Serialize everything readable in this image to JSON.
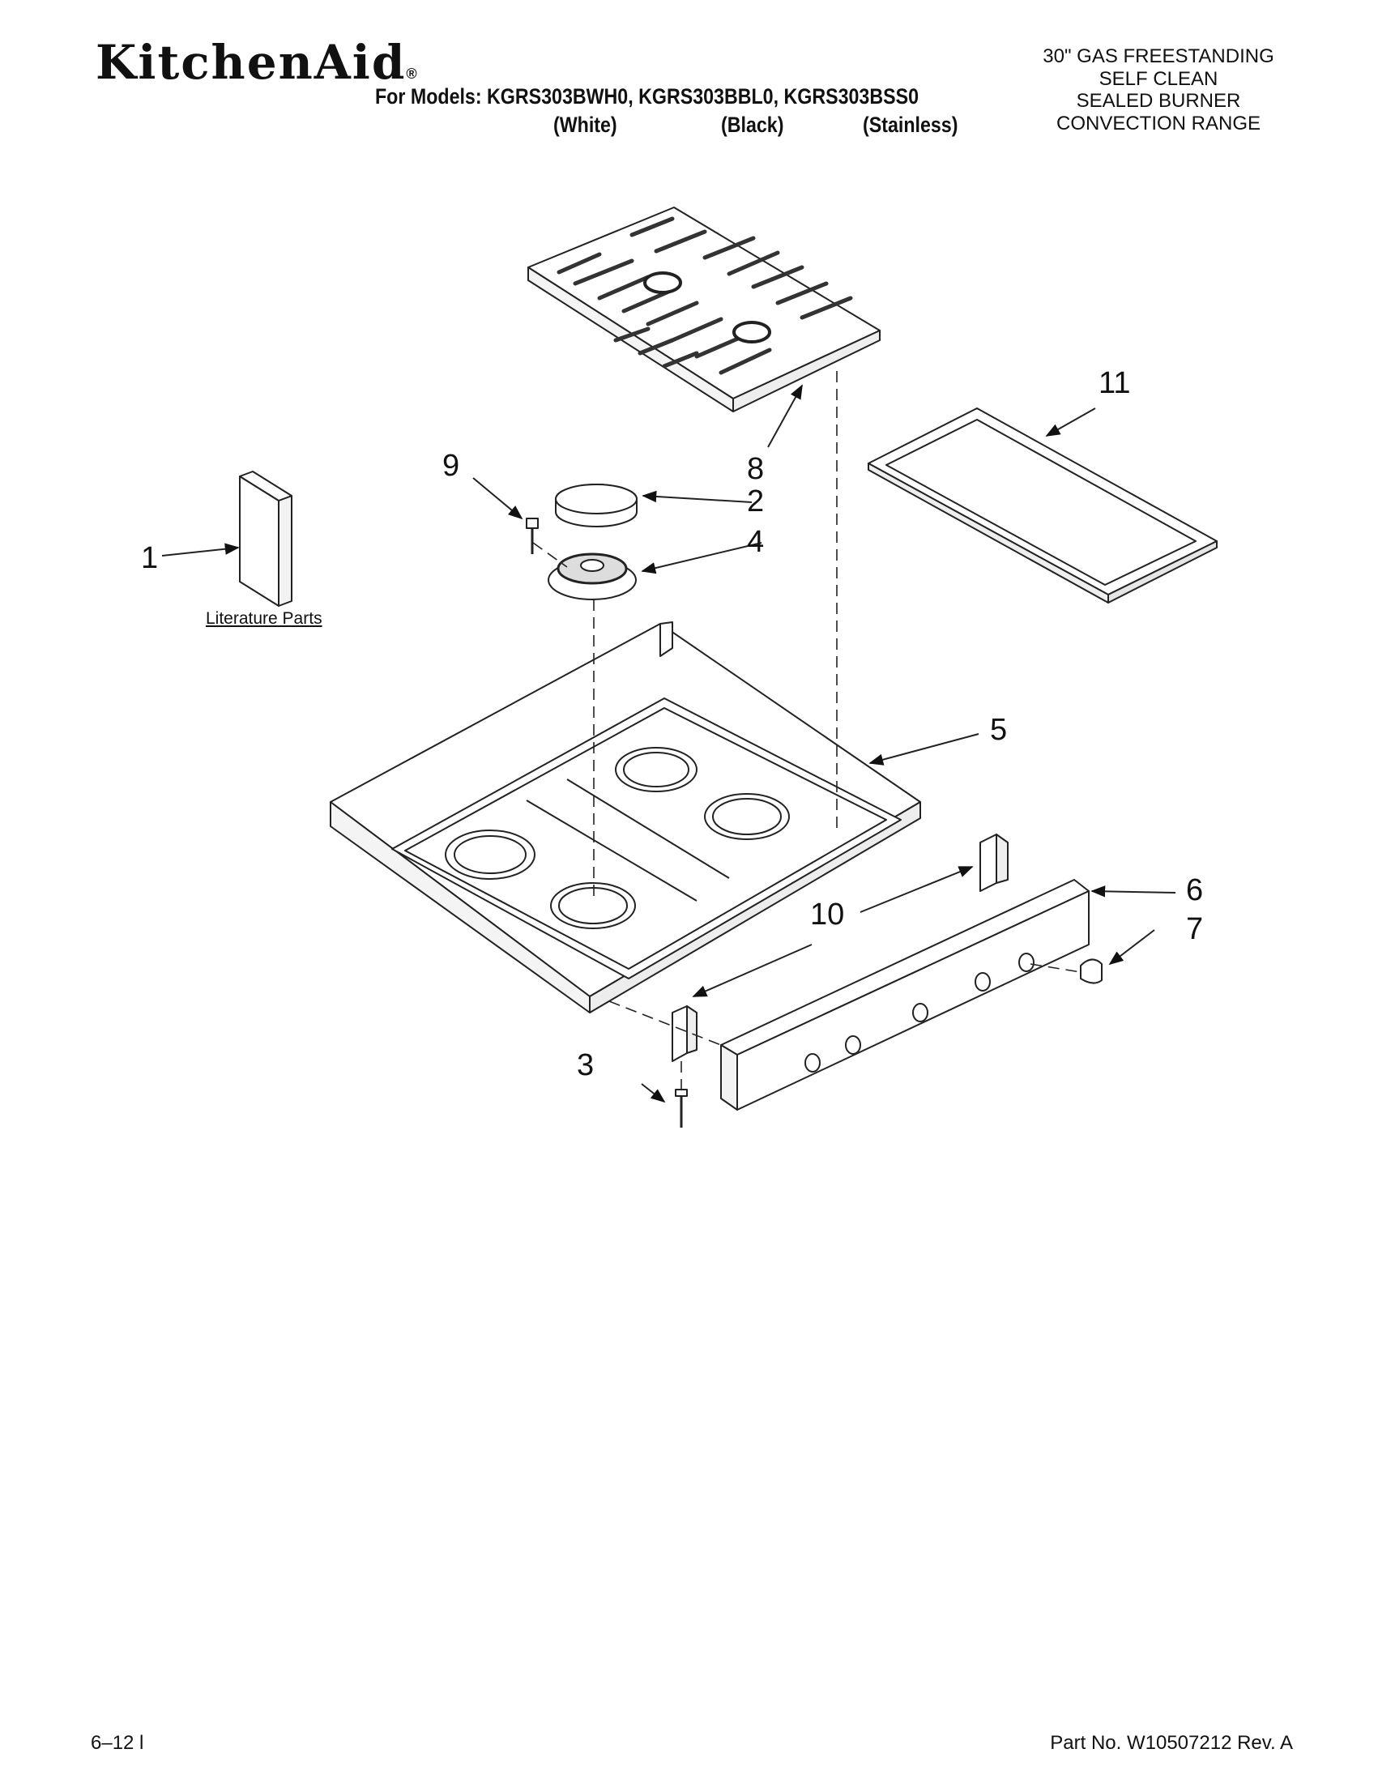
{
  "header": {
    "brand": "KitchenAid",
    "registered_mark": "®",
    "models_line": "For Models: KGRS303BWH0, KGRS303BBL0, KGRS303BSS0",
    "variants": [
      "(White)",
      "(Black)",
      "(Stainless)"
    ],
    "product_lines": [
      "30\" GAS FREESTANDING",
      "SELF CLEAN",
      "SEALED BURNER",
      "CONVECTION RANGE"
    ]
  },
  "diagram": {
    "literature_label": "Literature Parts",
    "callouts": [
      "1",
      "2",
      "3",
      "4",
      "5",
      "6",
      "7",
      "8",
      "9",
      "10",
      "11"
    ]
  },
  "footer": {
    "left": "6–12 l",
    "right": "Part No. W10507212 Rev. A"
  }
}
